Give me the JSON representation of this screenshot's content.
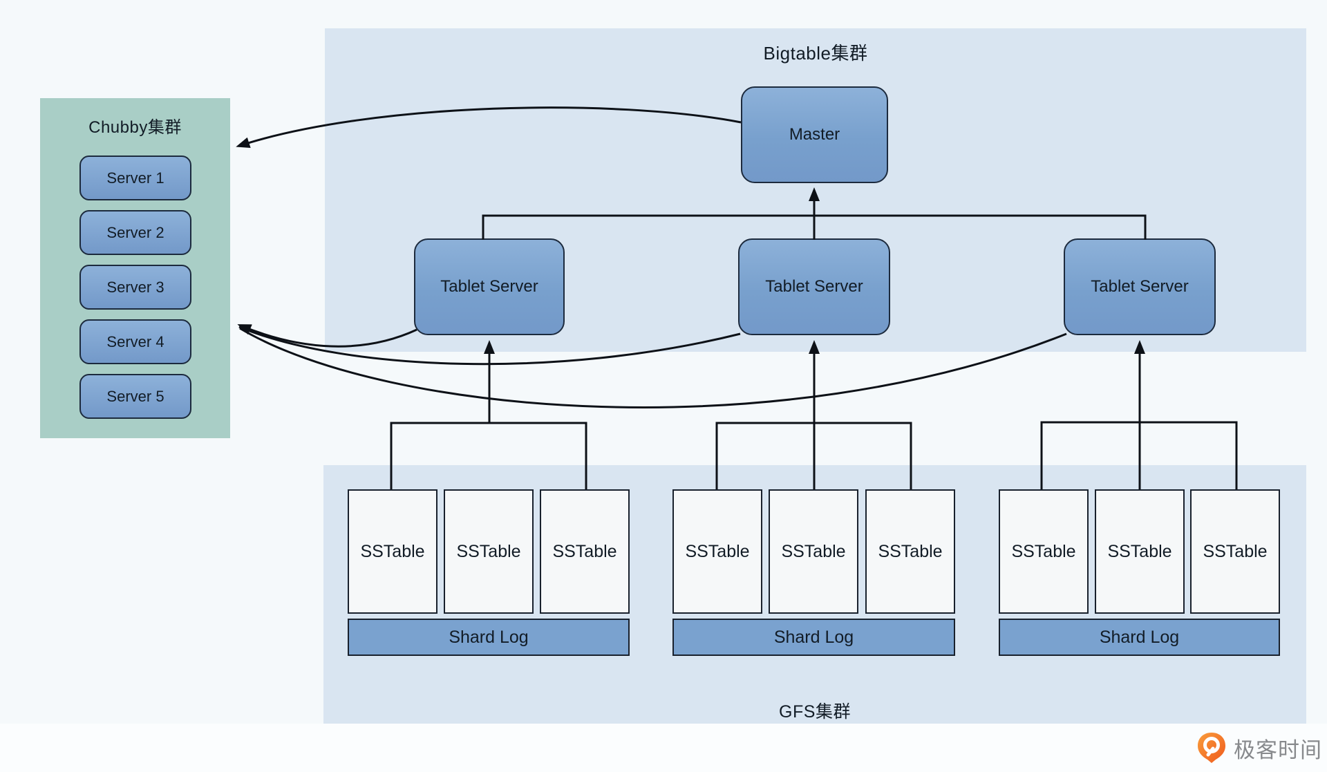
{
  "page": {
    "background": "#f5f9fb"
  },
  "chubby": {
    "title": "Chubby集群",
    "servers": [
      {
        "label": "Server 1"
      },
      {
        "label": "Server 2"
      },
      {
        "label": "Server 3"
      },
      {
        "label": "Server 4"
      },
      {
        "label": "Server 5"
      }
    ]
  },
  "bigtable": {
    "title": "Bigtable集群",
    "master_label": "Master",
    "tablet_servers": [
      {
        "label": "Tablet Server"
      },
      {
        "label": "Tablet Server"
      },
      {
        "label": "Tablet Server"
      }
    ]
  },
  "gfs": {
    "title": "GFS集群",
    "groups": [
      {
        "sstables": [
          "SSTable",
          "SSTable",
          "SSTable"
        ],
        "shard_log_label": "Shard Log"
      },
      {
        "sstables": [
          "SSTable",
          "SSTable",
          "SSTable"
        ],
        "shard_log_label": "Shard Log"
      },
      {
        "sstables": [
          "SSTable",
          "SSTable",
          "SSTable"
        ],
        "shard_log_label": "Shard Log"
      }
    ]
  },
  "footer": {
    "brand": "极客时间"
  },
  "colors": {
    "panel_blue": "#d9e5f1",
    "panel_teal": "#a9cec6",
    "node_blue": "#7ba2d0",
    "sstable_fill": "#f6f8f9",
    "line_black": "#0d1117",
    "logo_orange": "#f26e21",
    "logo_text_gray": "#87898c"
  },
  "edges": [
    {
      "from": "Master",
      "to": "Chubby集群",
      "style": "curved-arrow"
    },
    {
      "from": "Tablet Server 1",
      "to": "Chubby集群",
      "style": "curved-arrow"
    },
    {
      "from": "Tablet Server 2",
      "to": "Chubby集群",
      "style": "curved-arrow"
    },
    {
      "from": "Tablet Server 3",
      "to": "Chubby集群",
      "style": "curved-arrow"
    },
    {
      "from": "Tablet Server 1",
      "to": "Master",
      "style": "tree-arrow-up"
    },
    {
      "from": "Tablet Server 2",
      "to": "Master",
      "style": "tree-arrow-up"
    },
    {
      "from": "Tablet Server 3",
      "to": "Master",
      "style": "tree-arrow-up"
    },
    {
      "from": "SSTable group 1",
      "to": "Tablet Server 1",
      "style": "bracket-arrow-up"
    },
    {
      "from": "SSTable group 2",
      "to": "Tablet Server 2",
      "style": "bracket-arrow-up"
    },
    {
      "from": "SSTable group 3",
      "to": "Tablet Server 3",
      "style": "bracket-arrow-up"
    }
  ]
}
